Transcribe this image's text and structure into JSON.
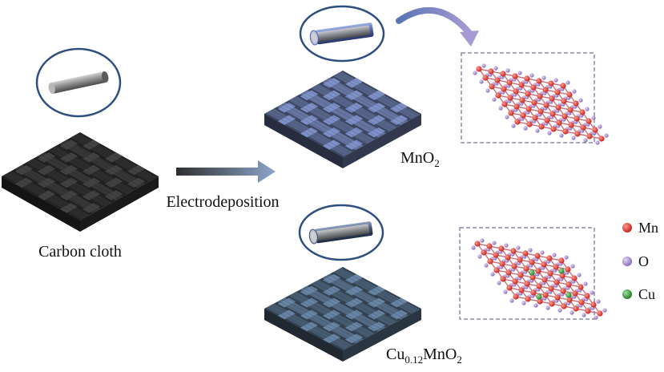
{
  "labels": {
    "carbon_cloth": "Carbon cloth",
    "process": "Electrodeposition",
    "mno2_main": "MnO",
    "mno2_sub": "2",
    "cu_main": "Cu",
    "cu_sub_frac": "0.12",
    "cu_rest": "MnO",
    "cu_sub": "2"
  },
  "legend": [
    {
      "label": "Mn",
      "color": "#d9302b"
    },
    {
      "label": "O",
      "color": "#9a7fc7"
    },
    {
      "label": "Cu",
      "color": "#3a9a3a"
    }
  ],
  "colors": {
    "carbon": "#3a3a3a",
    "mno2_cloth": "#6f7fb0",
    "cu_cloth": "#5b7590",
    "arrow": "#7c93b8",
    "ellipse": "#2f4f7f",
    "frame": "#8a8ab0"
  },
  "icons": {
    "fiber": "fiber-rod-icon",
    "coated_fiber": "coated-fiber-icon"
  }
}
